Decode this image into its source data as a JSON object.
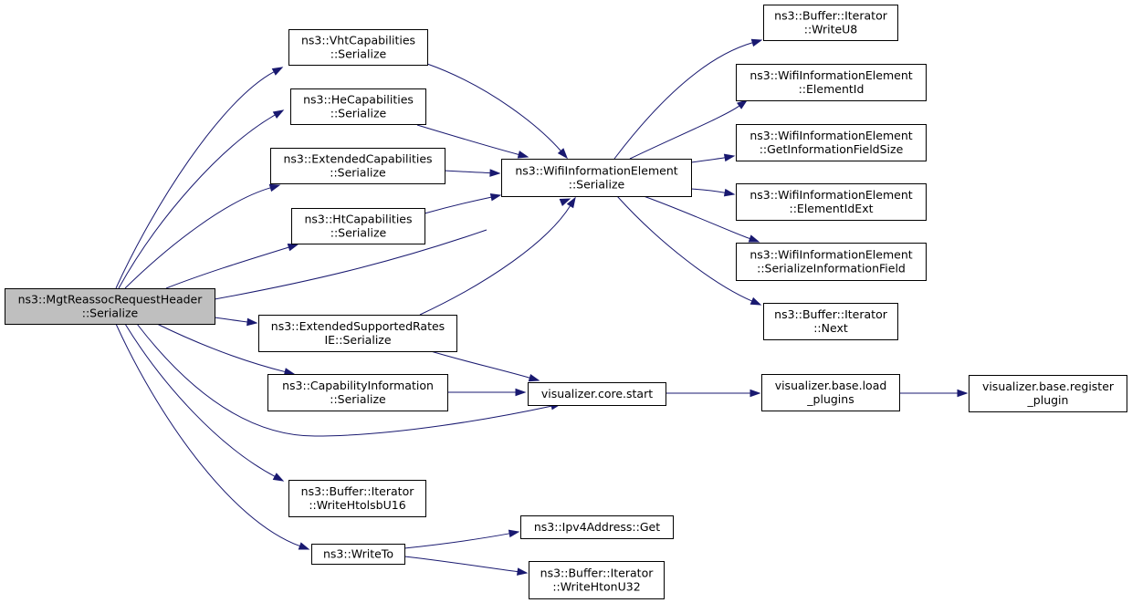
{
  "colors": {
    "edge": "#191970",
    "root_fill": "#bfbfbf",
    "node_fill": "#ffffff",
    "border": "#000000"
  },
  "nodes": [
    {
      "id": "root",
      "lines": [
        "ns3::MgtReassocRequestHeader",
        "::Serialize"
      ],
      "highlight": true
    },
    {
      "id": "vht",
      "lines": [
        "ns3::VhtCapabilities",
        "::Serialize"
      ]
    },
    {
      "id": "he",
      "lines": [
        "ns3::HeCapabilities",
        "::Serialize"
      ]
    },
    {
      "id": "ext",
      "lines": [
        "ns3::ExtendedCapabilities",
        "::Serialize"
      ]
    },
    {
      "id": "ht",
      "lines": [
        "ns3::HtCapabilities",
        "::Serialize"
      ]
    },
    {
      "id": "esr",
      "lines": [
        "ns3::ExtendedSupportedRates",
        "IE::Serialize"
      ]
    },
    {
      "id": "cap",
      "lines": [
        "ns3::CapabilityInformation",
        "::Serialize"
      ]
    },
    {
      "id": "whtol",
      "lines": [
        "ns3::Buffer::Iterator",
        "::WriteHtolsbU16"
      ]
    },
    {
      "id": "writeto",
      "lines": [
        "ns3::WriteTo"
      ]
    },
    {
      "id": "wie",
      "lines": [
        "ns3::WifiInformationElement",
        "::Serialize"
      ]
    },
    {
      "id": "vcs",
      "lines": [
        "visualizer.core.start"
      ]
    },
    {
      "id": "ipv4",
      "lines": [
        "ns3::Ipv4Address::Get"
      ]
    },
    {
      "id": "whton",
      "lines": [
        "ns3::Buffer::Iterator",
        "::WriteHtonU32"
      ]
    },
    {
      "id": "wu8",
      "lines": [
        "ns3::Buffer::Iterator",
        "::WriteU8"
      ]
    },
    {
      "id": "eid",
      "lines": [
        "ns3::WifiInformationElement",
        "::ElementId"
      ]
    },
    {
      "id": "gifs",
      "lines": [
        "ns3::WifiInformationElement",
        "::GetInformationFieldSize"
      ]
    },
    {
      "id": "eidext",
      "lines": [
        "ns3::WifiInformationElement",
        "::ElementIdExt"
      ]
    },
    {
      "id": "sif",
      "lines": [
        "ns3::WifiInformationElement",
        "::SerializeInformationField"
      ]
    },
    {
      "id": "next",
      "lines": [
        "ns3::Buffer::Iterator",
        "::Next"
      ]
    },
    {
      "id": "vbl",
      "lines": [
        "visualizer.base.load",
        "_plugins"
      ]
    },
    {
      "id": "vbr",
      "lines": [
        "visualizer.base.register",
        "_plugin"
      ]
    }
  ],
  "edges": [
    {
      "from": "root",
      "to": "vht"
    },
    {
      "from": "root",
      "to": "he"
    },
    {
      "from": "root",
      "to": "ext"
    },
    {
      "from": "root",
      "to": "ht"
    },
    {
      "from": "root",
      "to": "wie"
    },
    {
      "from": "root",
      "to": "esr"
    },
    {
      "from": "root",
      "to": "cap"
    },
    {
      "from": "root",
      "to": "vcs"
    },
    {
      "from": "root",
      "to": "whtol"
    },
    {
      "from": "root",
      "to": "writeto"
    },
    {
      "from": "vht",
      "to": "wie"
    },
    {
      "from": "he",
      "to": "wie"
    },
    {
      "from": "ext",
      "to": "wie"
    },
    {
      "from": "ht",
      "to": "wie"
    },
    {
      "from": "esr",
      "to": "wie"
    },
    {
      "from": "esr",
      "to": "vcs"
    },
    {
      "from": "cap",
      "to": "vcs"
    },
    {
      "from": "wie",
      "to": "wu8"
    },
    {
      "from": "wie",
      "to": "eid"
    },
    {
      "from": "wie",
      "to": "gifs"
    },
    {
      "from": "wie",
      "to": "eidext"
    },
    {
      "from": "wie",
      "to": "sif"
    },
    {
      "from": "wie",
      "to": "next"
    },
    {
      "from": "vcs",
      "to": "vbl"
    },
    {
      "from": "vbl",
      "to": "vbr"
    },
    {
      "from": "writeto",
      "to": "ipv4"
    },
    {
      "from": "writeto",
      "to": "whton"
    }
  ]
}
